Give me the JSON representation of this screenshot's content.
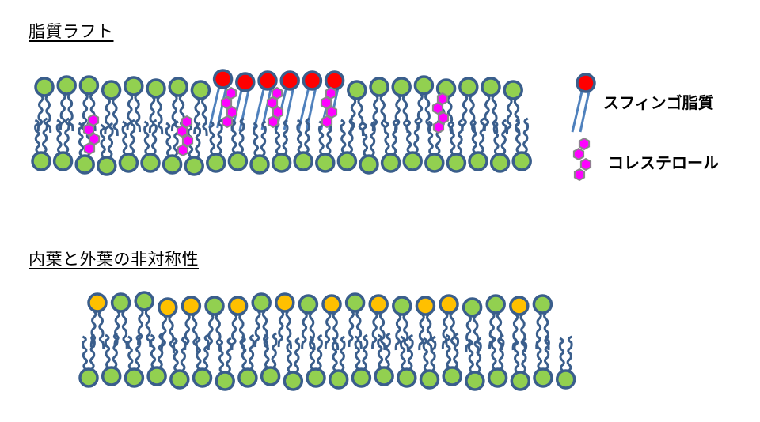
{
  "sections": {
    "raft": {
      "title": "脂質ラフト",
      "outer_leaflet": [
        "green",
        "green",
        "green",
        "green",
        "green",
        "green",
        "green",
        "green",
        "red",
        "red",
        "red",
        "red",
        "red",
        "red",
        "green",
        "green",
        "green",
        "green",
        "green",
        "green",
        "green",
        "green"
      ],
      "inner_leaflet_count": 23,
      "cholesterol_count": 6
    },
    "asymmetry": {
      "title": "内葉と外葉の非対称性",
      "outer_leaflet": [
        "orange",
        "green",
        "green",
        "orange",
        "orange",
        "green",
        "orange",
        "green",
        "orange",
        "green",
        "orange",
        "green",
        "orange",
        "green",
        "orange",
        "orange",
        "green",
        "green",
        "orange",
        "green"
      ],
      "inner_leaflet_count": 22
    }
  },
  "legend": {
    "sphingolipid_label": "スフィンゴ脂質",
    "cholesterol_label": "コレステロール"
  },
  "colors": {
    "green": "#92d050",
    "red": "#ff0000",
    "orange": "#ffc000",
    "magenta": "#ff00ff",
    "outline": "#3a5e8c",
    "tail_blue": "#4f81bd",
    "cholesterol_border": "#888888"
  }
}
